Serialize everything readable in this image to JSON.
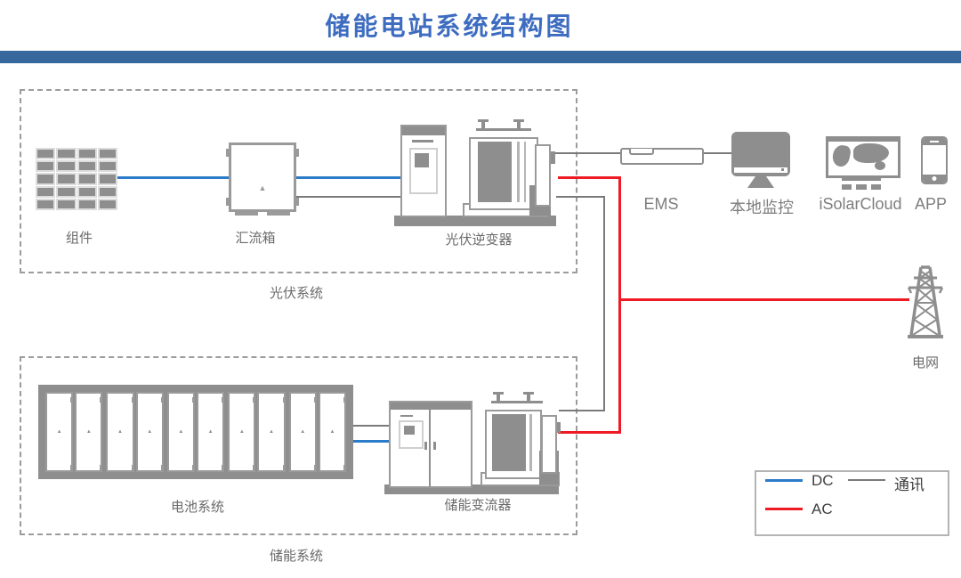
{
  "title": "储能电站系统结构图",
  "systems": {
    "pv": {
      "label": "光伏系统",
      "panel": "组件",
      "combiner": "汇流箱",
      "inverter": "光伏逆变器"
    },
    "ess": {
      "label": "储能系统",
      "battery": "电池系统",
      "converter": "储能变流器"
    }
  },
  "monitoring": {
    "ems": "EMS",
    "local_monitor": "本地监控",
    "cloud": "iSolarCloud",
    "app": "APP"
  },
  "grid": {
    "label": "电网"
  },
  "legend": {
    "dc": "DC",
    "comm": "通讯",
    "ac": "AC"
  },
  "colors": {
    "title_text": "#3d6cc0",
    "header_bar": "#36689e",
    "dc_line": "#2b7bc8",
    "ac_line": "#ee1b24",
    "comm_line": "#7a7a7a",
    "equipment_gray": "#8e8e8e",
    "label_text": "#6b6b6b"
  }
}
